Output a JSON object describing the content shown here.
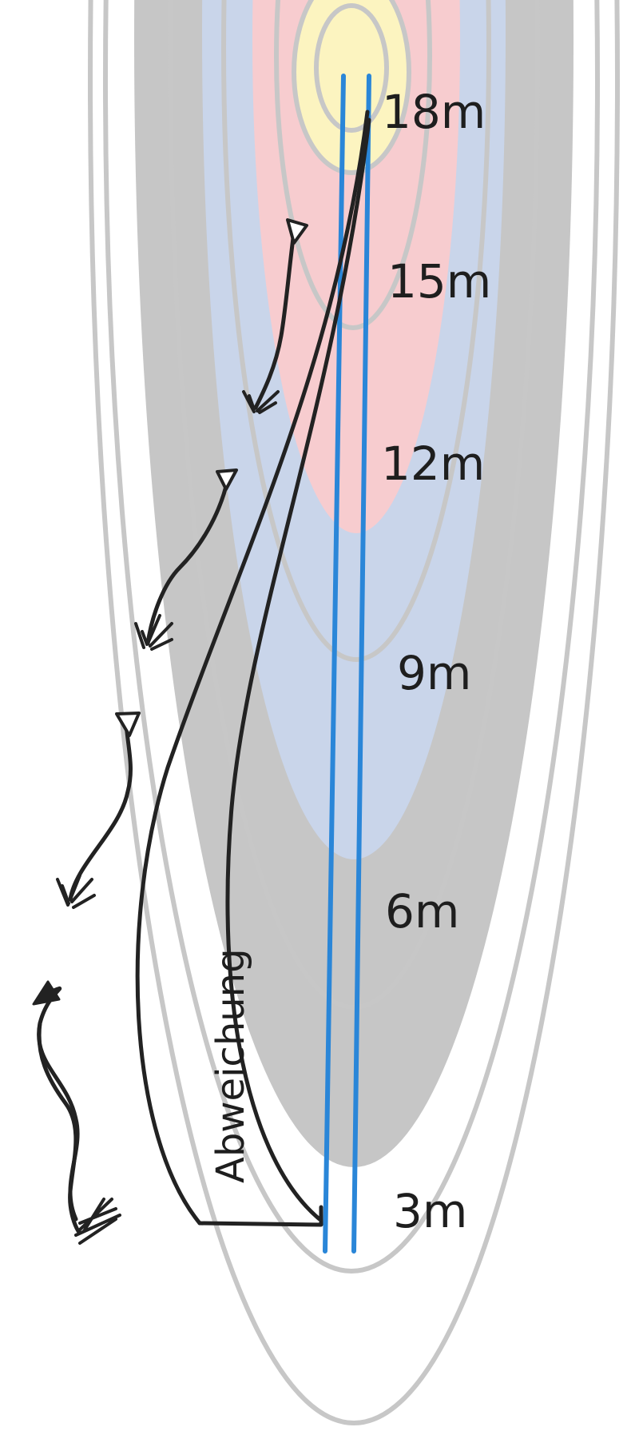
{
  "labels": {
    "m18": "18m",
    "m15": "15m",
    "m12": "12m",
    "m9": "9m",
    "m6": "6m",
    "m3": "3m",
    "deviation": "Abweichung"
  },
  "colors": {
    "outer_ring": "#ffffff",
    "black_zone": "#c6c6c6",
    "blue_zone": "#c9d5ea",
    "red_zone": "#f7cccf",
    "gold_zone": "#fcf4c0",
    "ring_outline": "#c7c7c7",
    "guide_lines": "#2a86d8",
    "ink": "#222222"
  },
  "icons": [
    "arrow-icon",
    "arrow-icon",
    "arrow-icon",
    "arrow-icon"
  ]
}
